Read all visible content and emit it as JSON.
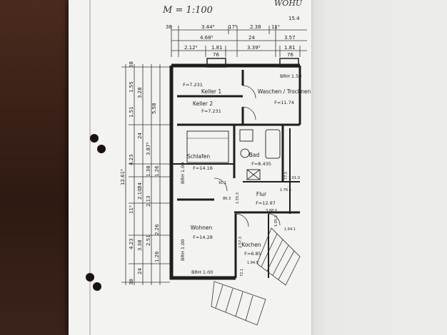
{
  "header": {
    "scale": "M = 1:100",
    "title_fragment": "WOHU"
  },
  "dimensions_top": {
    "row1": [
      "38",
      "3.44⁵",
      "17⁵",
      "2.38",
      "11⁵",
      "15.4"
    ],
    "row2": [
      "4.68⁵",
      "24",
      "3.57"
    ],
    "row3": [
      "2.12⁵",
      "1.81",
      "3.39⁵",
      "1.81"
    ],
    "row4": [
      "76",
      "76"
    ]
  },
  "dimensions_left": {
    "outer": [
      "12.61⁵"
    ],
    "group_a": [
      "1.55",
      "1.51",
      "3.28",
      "5.58",
      "3.87⁵",
      "4.23",
      "1.38",
      "1.26"
    ],
    "group_b": [
      "2.10⁵",
      "2.13",
      "4.23",
      "3.38",
      "2.51",
      "2.26",
      "1.26",
      "24",
      "24",
      "24",
      "11⁵",
      "38",
      "38"
    ]
  },
  "rooms": [
    {
      "name": "Keller 1",
      "area": "F=7.231"
    },
    {
      "name": "Keller 2",
      "area": "F=7.231"
    },
    {
      "name": "Waschen / Trocknen",
      "area": "F=11.74"
    },
    {
      "name": "Schlafen",
      "area": "F=14.16"
    },
    {
      "name": "Bad",
      "area": "F=8.435"
    },
    {
      "name": "Flur",
      "area": "F=12.97"
    },
    {
      "name": "Wohnen",
      "area": "F=14.28"
    },
    {
      "name": "Kochen",
      "area": "F=6.85"
    }
  ],
  "annotations": {
    "brh_top": "BRH 1.50",
    "brh_left1": "BRH 1.00",
    "brh_left2": "BRH 1.00",
    "brh_bottom": "BRH 1.00",
    "misc": [
      "1.76.5",
      "3.88.0",
      "91.1",
      "86.3",
      "1.55.3",
      "1.01.0",
      "77.5",
      "1.94.5",
      "2.57.3",
      "72.1",
      "1.05.3",
      "1.64.1"
    ]
  }
}
